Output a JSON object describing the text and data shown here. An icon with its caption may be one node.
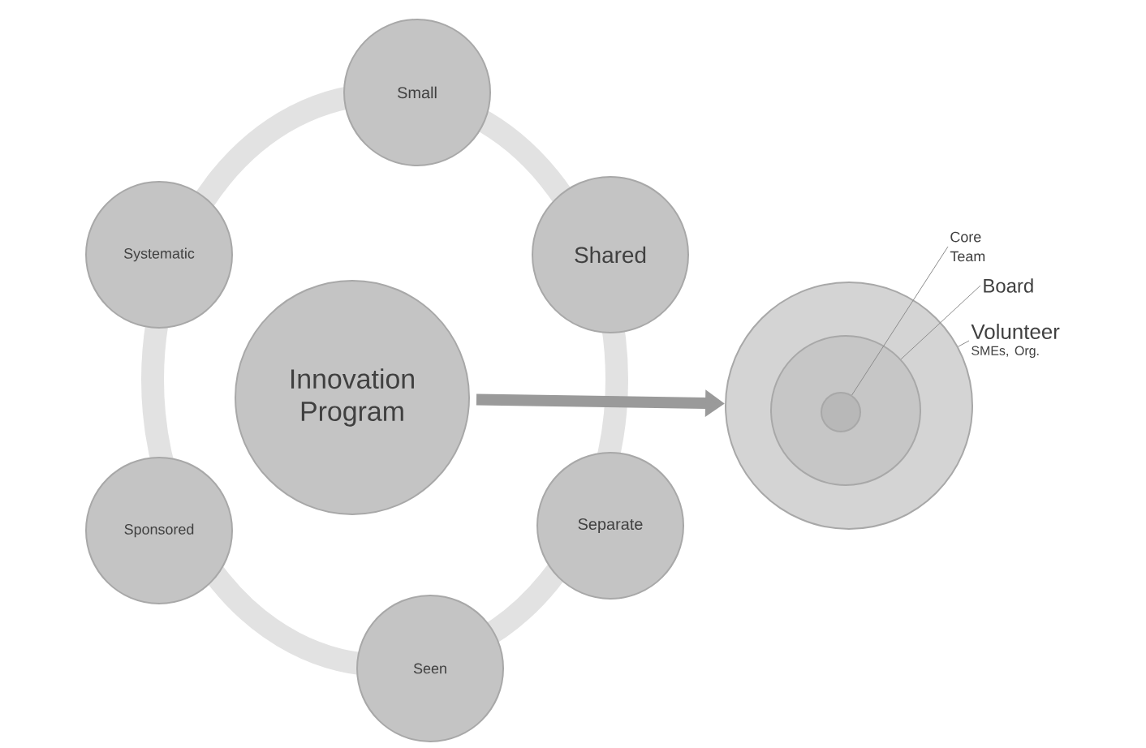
{
  "diagram": {
    "nodes": [
      {
        "text": [
          "Small"
        ]
      },
      {
        "text": [
          "Systematic"
        ]
      },
      {
        "text": [
          "Shared"
        ]
      },
      {
        "text": [
          "Innovation Program"
        ]
      },
      {
        "text": [
          "Sponsored"
        ]
      },
      {
        "text": [
          "Separate"
        ]
      },
      {
        "text": [
          "Seen"
        ]
      },
      {
        "text": [],
        "shape": "circle"
      },
      {
        "text": [],
        "shape": "circle",
        "in": 7
      },
      {
        "text": [],
        "shape": "circle",
        "in": 8
      },
      {
        "text": [
          "Core Team"
        ]
      },
      {
        "text": [
          "Board"
        ]
      },
      {
        "text": [
          "Volunteer",
          "SMEs, Org."
        ]
      }
    ],
    "edges": [
      {
        "from": 3,
        "to": 7,
        "arrow": "to",
        "style": "thick",
        "color": "#9a9a9a"
      },
      {
        "from": 10,
        "to": 9,
        "arrow": "none"
      },
      {
        "from": 11,
        "to": 8,
        "arrow": "none"
      },
      {
        "from": 12,
        "to": 7,
        "arrow": "none"
      }
    ]
  }
}
